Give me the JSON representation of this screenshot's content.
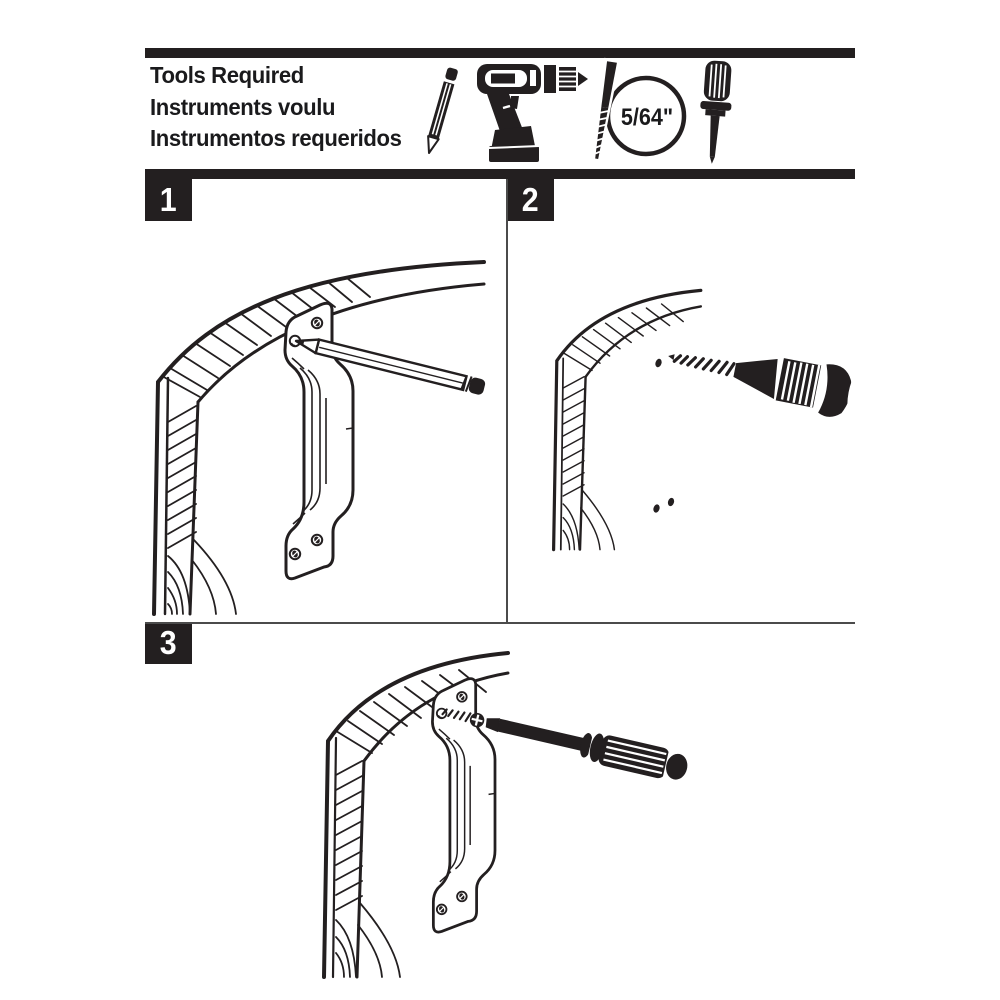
{
  "colors": {
    "ink": "#231f20",
    "divider": "#4b4b4b",
    "paper": "#ffffff"
  },
  "header": {
    "title_en": "Tools Required",
    "title_fr": "Instruments voulu",
    "title_es": "Instrumentos requeridos"
  },
  "tools": {
    "items": [
      "pencil",
      "drill",
      "drill-bit",
      "screwdriver"
    ],
    "drill_bit_size": "5/64\""
  },
  "steps": [
    {
      "number": "1"
    },
    {
      "number": "2"
    },
    {
      "number": "3"
    }
  ]
}
